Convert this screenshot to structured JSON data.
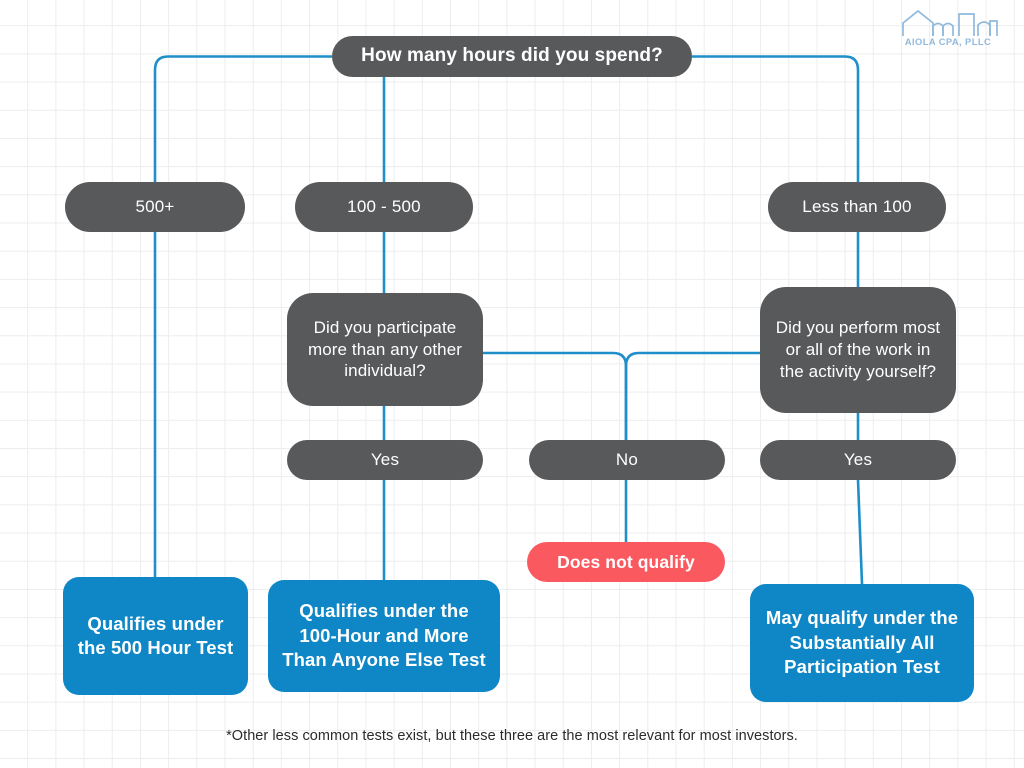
{
  "brand": {
    "logo_text": "AIOLA CPA, PLLC",
    "logo_icon": "city-skyline-icon",
    "logo_color": "#8fb9dc"
  },
  "colors": {
    "node_gray": "#58595b",
    "result_blue": "#0f87c6",
    "fail_red": "#fa5a5f",
    "connector_blue": "#1e8fc8",
    "grid_line": "#ededed",
    "background": "#ffffff",
    "text_on_node": "#ffffff",
    "footnote_text": "#2b2b2b"
  },
  "flowchart": {
    "type": "decision-tree",
    "root": {
      "id": "root-question",
      "label": "How many hours did you spend?",
      "shape": "pill",
      "style": "gray"
    },
    "branches": [
      {
        "id": "branch-500-plus",
        "option_label": "500+",
        "outcome_label": "Qualifies under the 500 Hour Test",
        "outcome_style": "blue"
      },
      {
        "id": "branch-100-500",
        "option_label": "100 - 500",
        "question_label": "Did you participate more than any other individual?",
        "answer_label": "Yes",
        "outcome_label": "Qualifies under the 100-Hour and More Than Anyone Else Test",
        "outcome_style": "blue"
      },
      {
        "id": "branch-less-than-100",
        "option_label": "Less than 100",
        "question_label": "Did you perform most or all of the work in the activity yourself?",
        "answer_label": "Yes",
        "outcome_label": "May qualify under the Substantially All Participation Test",
        "outcome_style": "blue"
      }
    ],
    "shared_negative": {
      "id": "answer-no",
      "answer_label": "No",
      "outcome_label": "Does not qualify",
      "outcome_style": "red"
    }
  },
  "footnote": {
    "text": "*Other less common tests exist, but these three are the most relevant for most investors."
  }
}
